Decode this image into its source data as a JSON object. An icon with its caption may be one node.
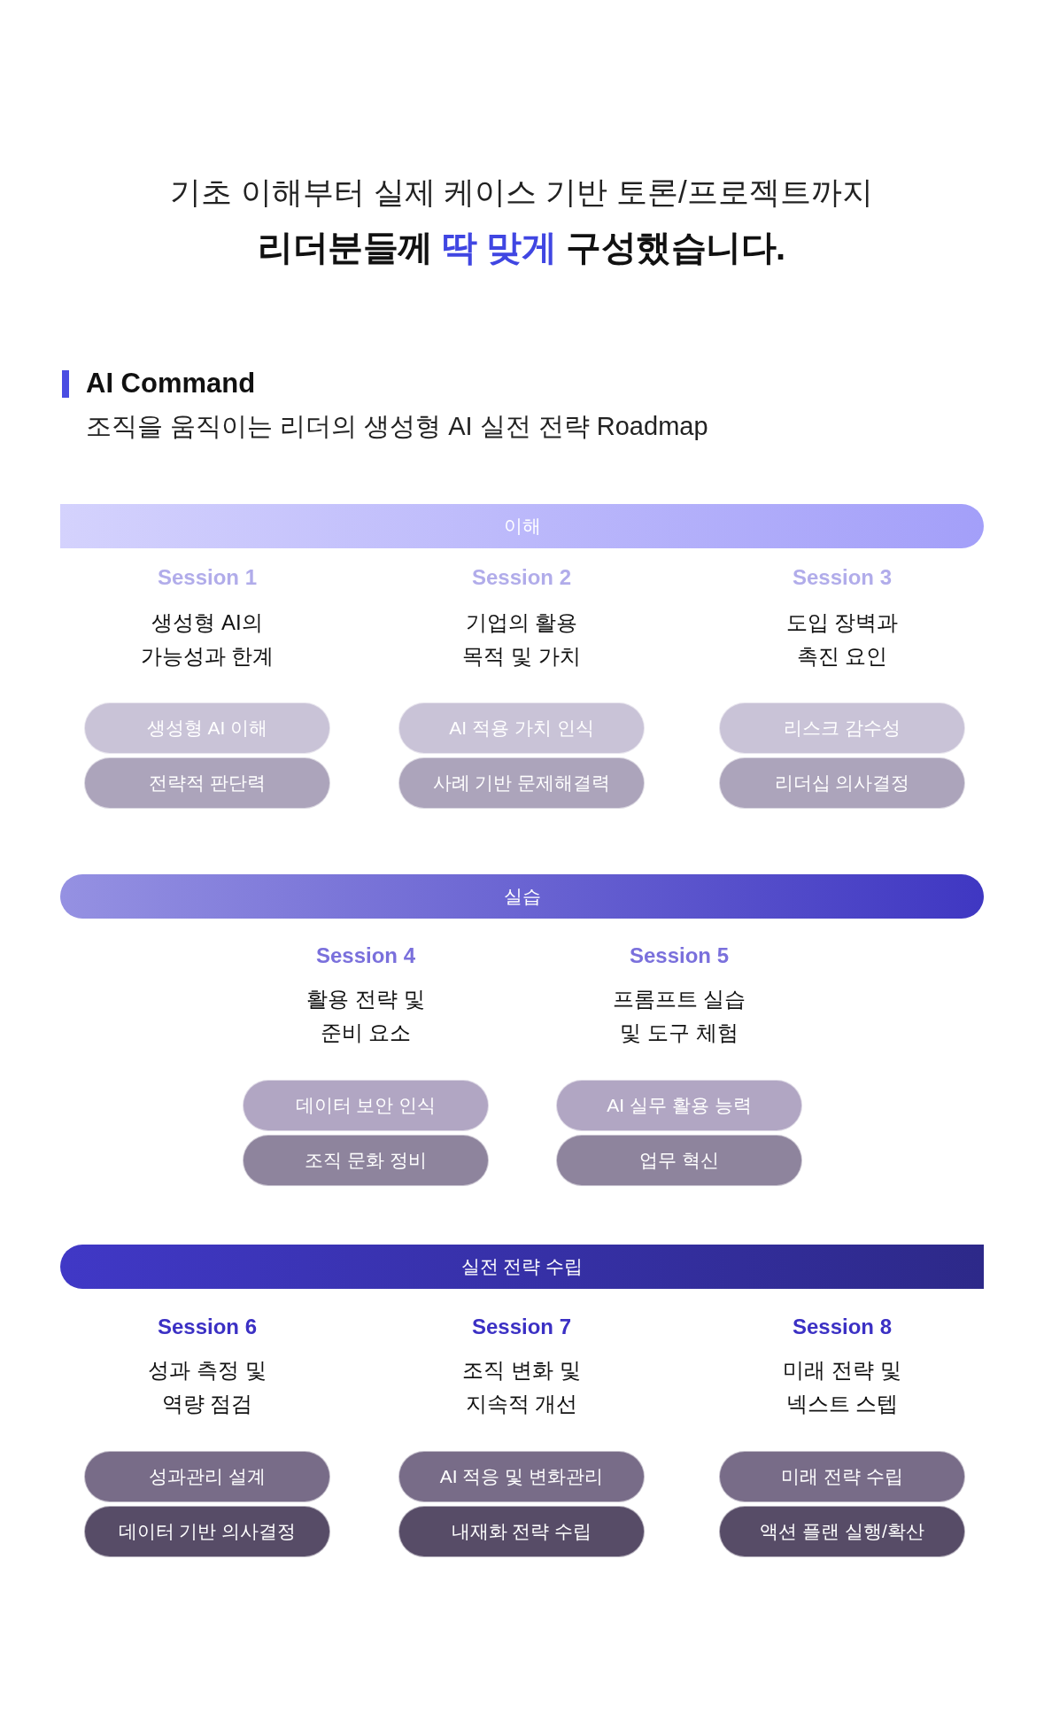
{
  "diagram": {
    "title": "리더분들께 딱 맞게 구성했습니다.",
    "nodes": [
      {
        "text": [
          "이해"
        ]
      },
      {
        "text": [
          "생성형 AI 이해"
        ]
      },
      {
        "text": [
          "전략적 판단력"
        ]
      },
      {
        "text": [
          "AI 적용 가치 인식"
        ]
      },
      {
        "text": [
          "사례 기반 문제해결력"
        ]
      },
      {
        "text": [
          "리스크 감수성"
        ]
      },
      {
        "text": [
          "리더십 의사결정"
        ]
      },
      {
        "text": [
          "실습"
        ]
      },
      {
        "text": [
          "데이터 보안 인식"
        ]
      },
      {
        "text": [
          "조직 문화 정비"
        ]
      },
      {
        "text": [
          "AI 실무 활용 능력"
        ]
      },
      {
        "text": [
          "업무 혁신"
        ]
      },
      {
        "text": [
          "실전 전략 수립"
        ]
      },
      {
        "text": [
          "성과관리 설계"
        ]
      },
      {
        "text": [
          "데이터 기반 의사결정"
        ]
      },
      {
        "text": [
          "AI 적응 및 변화관리"
        ]
      },
      {
        "text": [
          "내재화 전략 수립"
        ]
      },
      {
        "text": [
          "미래 전략 수립"
        ]
      },
      {
        "text": [
          "액션 플랜 실행/확산"
        ]
      }
    ],
    "labels": [
      "기초 이해부터 실제 케이스 기반 토론/프로젝트까지",
      "AI Command",
      "조직을 움직이는 리더의 생성형 AI 실전 전략 Roadmap",
      "Session 1",
      "생성형 AI의 가능성과 한계",
      "Session 2",
      "기업의 활용 목적 및 가치",
      "Session 3",
      "도입 장벽과 촉진 요인",
      "Session 4",
      "활용 전략 및 준비 요소",
      "Session 5",
      "프롬프트 실습 및 도구 체험",
      "Session 6",
      "성과 측정 및 역량 점검",
      "Session 7",
      "조직 변화 및 지속적 개선",
      "Session 8",
      "미래 전략 및 넥스트 스텝"
    ]
  }
}
